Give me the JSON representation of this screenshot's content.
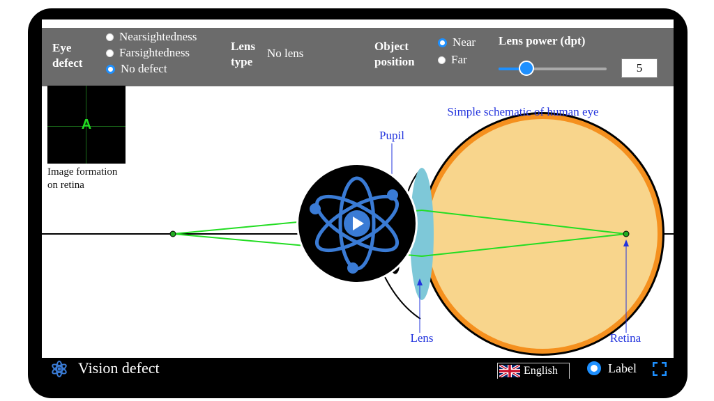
{
  "toolbar": {
    "eye_defect_label_1": "Eye",
    "eye_defect_label_2": "defect",
    "eye_defect_options": [
      {
        "label": "Nearsightedness",
        "selected": false
      },
      {
        "label": "Farsightedness",
        "selected": false
      },
      {
        "label": "No defect",
        "selected": true
      }
    ],
    "lens_type_label_1": "Lens",
    "lens_type_label_2": "type",
    "lens_type_value": "No lens",
    "object_position_label_1": "Object",
    "object_position_label_2": "position",
    "object_position_options": [
      {
        "label": "Near",
        "selected": true
      },
      {
        "label": "Far",
        "selected": false
      }
    ],
    "lens_power_label": "Lens power (dpt)",
    "lens_power_value": "5",
    "lens_power_slider_fraction": 0.26
  },
  "scene": {
    "title": "Simple schematic of human eye",
    "labels": {
      "pupil": "Pupil",
      "lens": "Lens",
      "retina": "Retina"
    },
    "retina_preview_letter": "A",
    "retina_preview_caption_1": "Image formation",
    "retina_preview_caption_2": "on retina"
  },
  "footer": {
    "title": "Vision defect",
    "language": "English",
    "label_toggle": "Label"
  },
  "icons": {
    "app_logo": "atom-icon",
    "play": "play-icon",
    "flag": "uk-flag-icon",
    "fullscreen": "fullscreen-icon"
  },
  "colors": {
    "accent": "#1e90ff",
    "ray": "#22dd22",
    "eye_fill": "#f8d58c",
    "retina_ring": "#f5901e",
    "lens": "#7ec8d8",
    "label_blue": "#2233dd",
    "toolbar_bg": "#6b6b6b"
  }
}
